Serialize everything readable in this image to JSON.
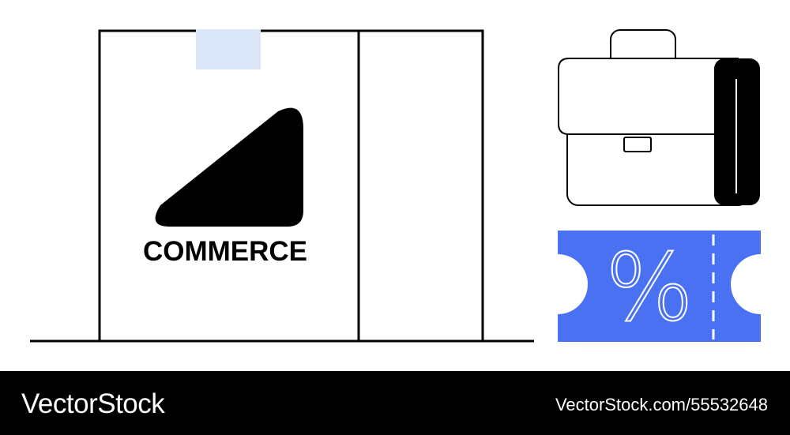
{
  "illustration": {
    "box_label": "COMMERCE",
    "coupon_symbol": "%",
    "icons": [
      "shopping-bag-icon",
      "briefcase-icon",
      "discount-coupon-icon"
    ],
    "colors": {
      "outline": "#000000",
      "tape": "#dbe6f8",
      "coupon": "#4a71f2",
      "background": "#ffffff"
    }
  },
  "footer": {
    "brand": "VectorStock",
    "url": "VectorStock.com/55532648"
  }
}
